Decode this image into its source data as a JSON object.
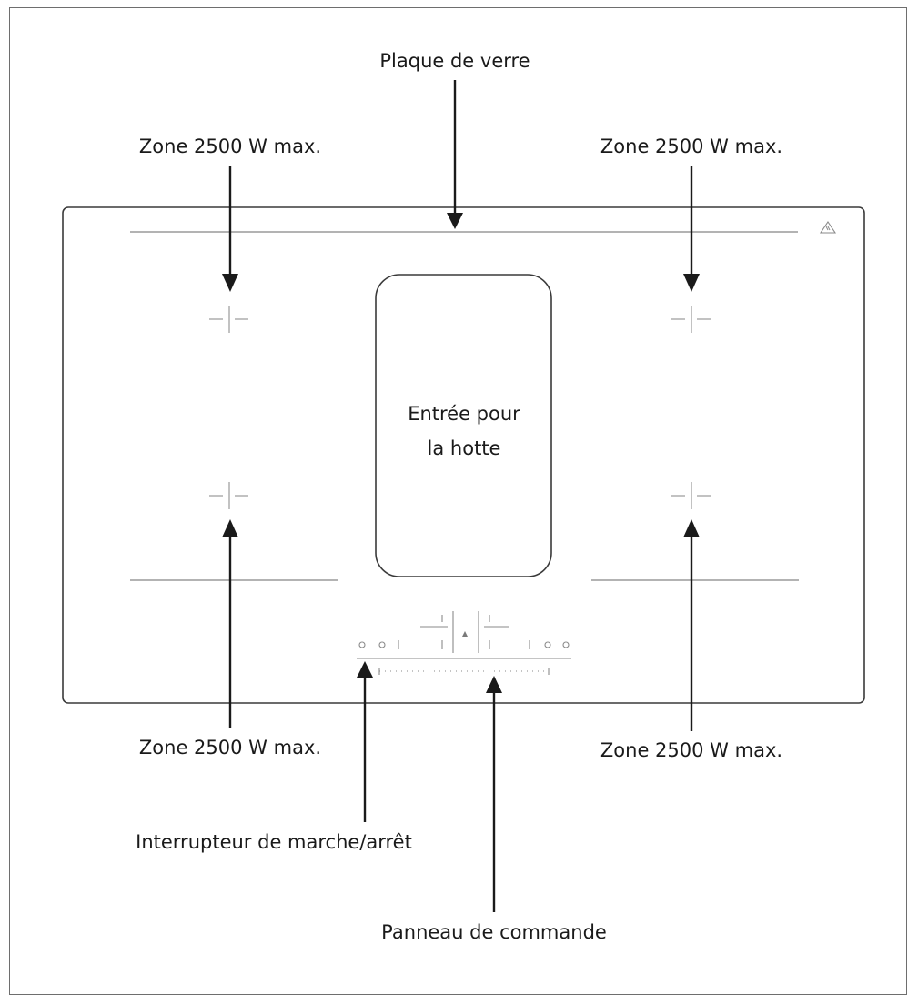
{
  "labels": {
    "glass_plate": "Plaque de verre",
    "zone_top_left": "Zone 2500 W max.",
    "zone_top_right": "Zone 2500 W max.",
    "zone_bottom_left": "Zone 2500 W max.",
    "zone_bottom_right": "Zone 2500 W max.",
    "hood_inlet_line1": "Entrée pour",
    "hood_inlet_line2": "la hotte",
    "power_switch": "Interrupteur de marche/arrêt",
    "control_panel": "Panneau de commande"
  },
  "icons": {
    "warning": "hot-surface-warning-icon"
  }
}
